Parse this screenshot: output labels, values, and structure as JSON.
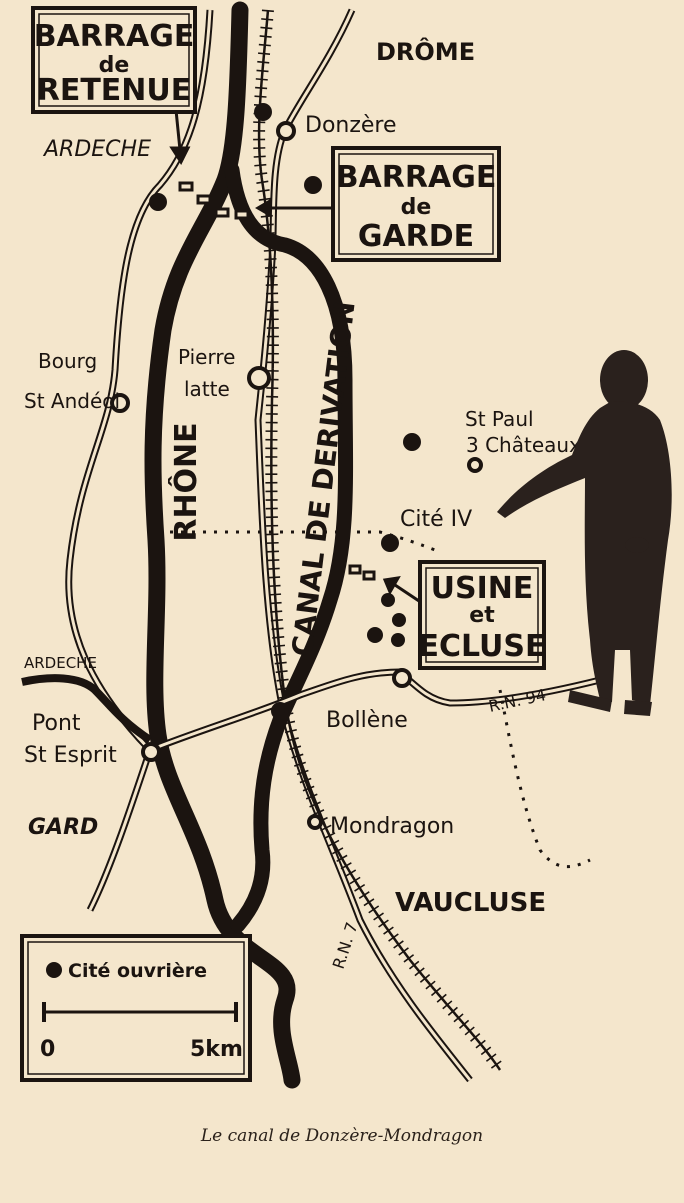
{
  "boxes": {
    "retenue": [
      "BARRAGE",
      "de",
      "RETENUE"
    ],
    "garde": [
      "BARRAGE",
      "de",
      "GARDE"
    ],
    "usine": [
      "USINE",
      "et",
      "ECLUSE"
    ]
  },
  "regions": {
    "drome": "DRÔME",
    "ardeche_top": "ARDECHE",
    "ardeche_bottom": "ARDECHE",
    "gard": "GARD",
    "vaucluse": "VAUCLUSE"
  },
  "towns": {
    "donzere": "Donzère",
    "bourg": [
      "Bourg",
      "St Andéol"
    ],
    "pierrelatte": [
      "Pierre",
      "latte"
    ],
    "st_paul": [
      "St Paul",
      "3 Châteaux"
    ],
    "cite_iv": "Cité IV",
    "pont": [
      "Pont",
      "St Esprit"
    ],
    "bollene": "Bollène",
    "mondragon": "Mondragon"
  },
  "waterways": {
    "river": "RHÔNE",
    "canal": "CANAL DE DERIVATION"
  },
  "roads": {
    "rn7": "R.N. 7",
    "rn94": "R.N. 94"
  },
  "legend": {
    "cite": "Cité ouvrière",
    "scale_start": "0",
    "scale_end": "5km"
  },
  "caption": "Le canal de Donzère-Mondragon",
  "colors": {
    "paper": "#f4e6cc",
    "ink": "#1b1410"
  }
}
